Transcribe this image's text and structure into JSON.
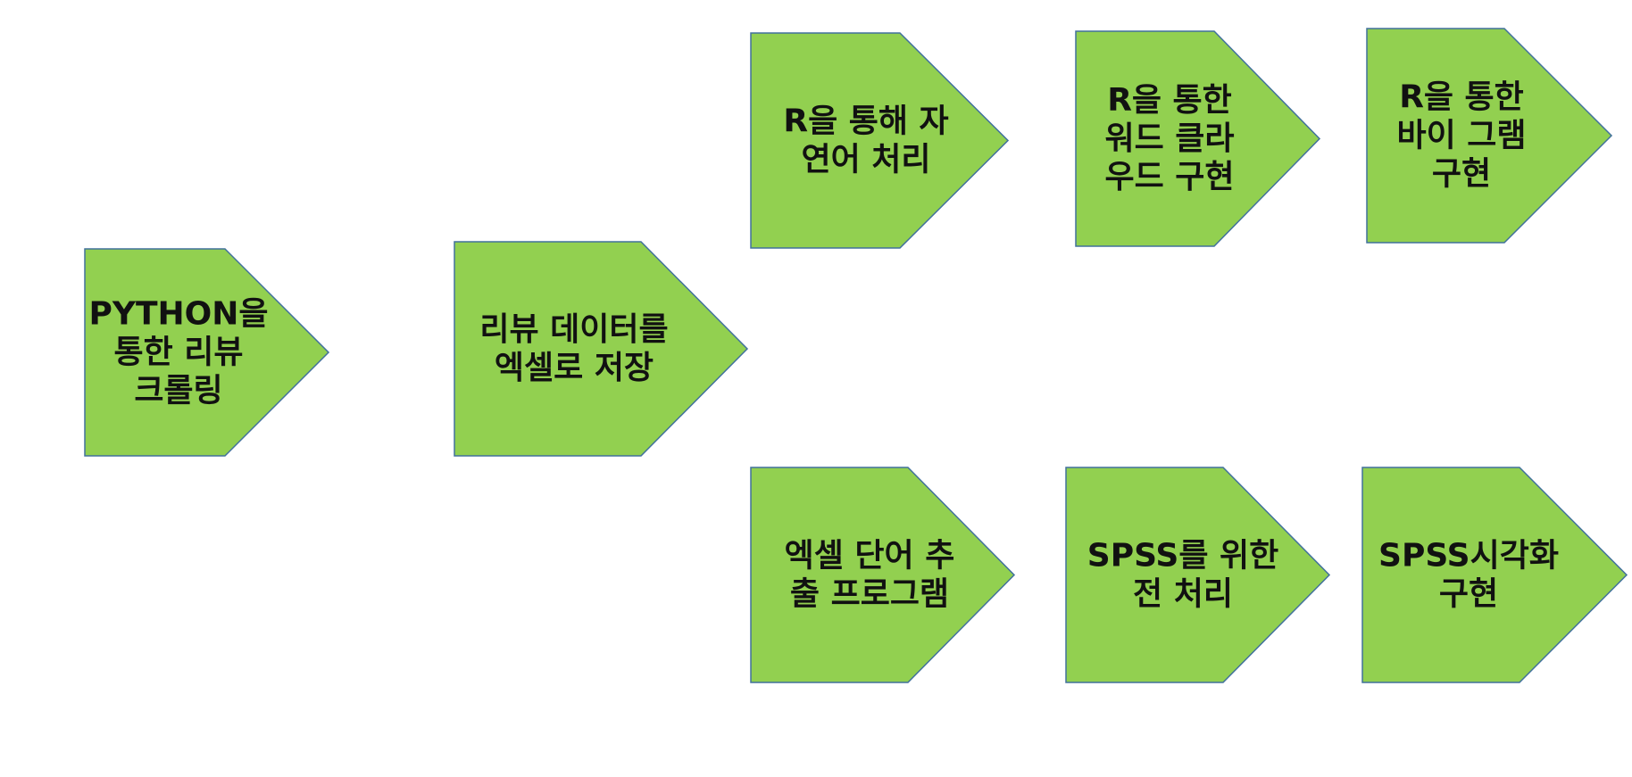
{
  "colors": {
    "fill": "#92d050",
    "stroke": "#41719c",
    "text": "#111111",
    "background": "#ffffff"
  },
  "steps": [
    {
      "id": "python-crawling",
      "lines": [
        "PYTHON을",
        "통한 리뷰",
        "크롤링"
      ]
    },
    {
      "id": "save-to-excel",
      "lines": [
        "리뷰 데이터를",
        "엑셀로 저장"
      ]
    },
    {
      "id": "r-nlp",
      "lines": [
        "R을 통해 자",
        "연어 처리"
      ]
    },
    {
      "id": "r-wordcloud",
      "lines": [
        "R을 통한",
        "워드 클라",
        "우드 구현"
      ]
    },
    {
      "id": "r-bigram",
      "lines": [
        "R을 통한",
        "바이 그램",
        "구현"
      ]
    },
    {
      "id": "excel-word-extract",
      "lines": [
        "엑셀 단어 추",
        "출 프로그램"
      ]
    },
    {
      "id": "spss-preprocess",
      "lines": [
        "SPSS를 위한",
        "전 처리"
      ]
    },
    {
      "id": "spss-visualize",
      "lines": [
        "SPSS시각화",
        "구현"
      ]
    }
  ]
}
